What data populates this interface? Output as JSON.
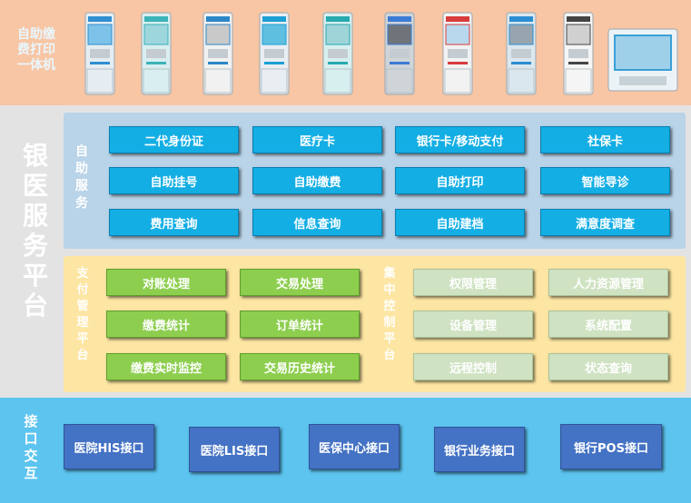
{
  "kiosk_row": {
    "label": "自助缴费打印一体机",
    "kiosk_count": 10
  },
  "platform": {
    "label": "银\n医\n服\n务\n平\n台"
  },
  "self_service": {
    "label": "自\n助\n服\n务",
    "items": [
      "二代身份证",
      "医疗卡",
      "银行卡/移动支付",
      "社保卡",
      "自助挂号",
      "自助缴费",
      "自助打印",
      "智能导诊",
      "费用查询",
      "信息查询",
      "自助建档",
      "满意度调查"
    ]
  },
  "payment_mgmt": {
    "label": "支\n付\n管\n理\n平\n台",
    "items": [
      "对账处理",
      "交易处理",
      "缴费统计",
      "订单统计",
      "缴费实时监控",
      "交易历史统计"
    ]
  },
  "central_control": {
    "label": "集\n中\n控\n制\n平\n台",
    "items": [
      "权限管理",
      "人力资源管理",
      "设备管理",
      "系统配置",
      "远程控制",
      "状态查询"
    ]
  },
  "interfaces": {
    "label": "接\n口\n交\n互",
    "items": [
      "医院HIS接口",
      "医院LIS接口",
      "医保中心接口",
      "银行业务接口",
      "银行POS接口"
    ]
  },
  "colors": {
    "kiosk_band": "#f8c6a4",
    "platform_band": "#e3e3e3",
    "interface_band": "#5cc4ef",
    "self_panel": "#b9d3e8",
    "mgmt_panel": "#fde6a3",
    "blue_button": "#13aee4",
    "green_button": "#8dce4f",
    "pale_green_button": "#cfe2c2",
    "interface_button": "#4472c4"
  }
}
